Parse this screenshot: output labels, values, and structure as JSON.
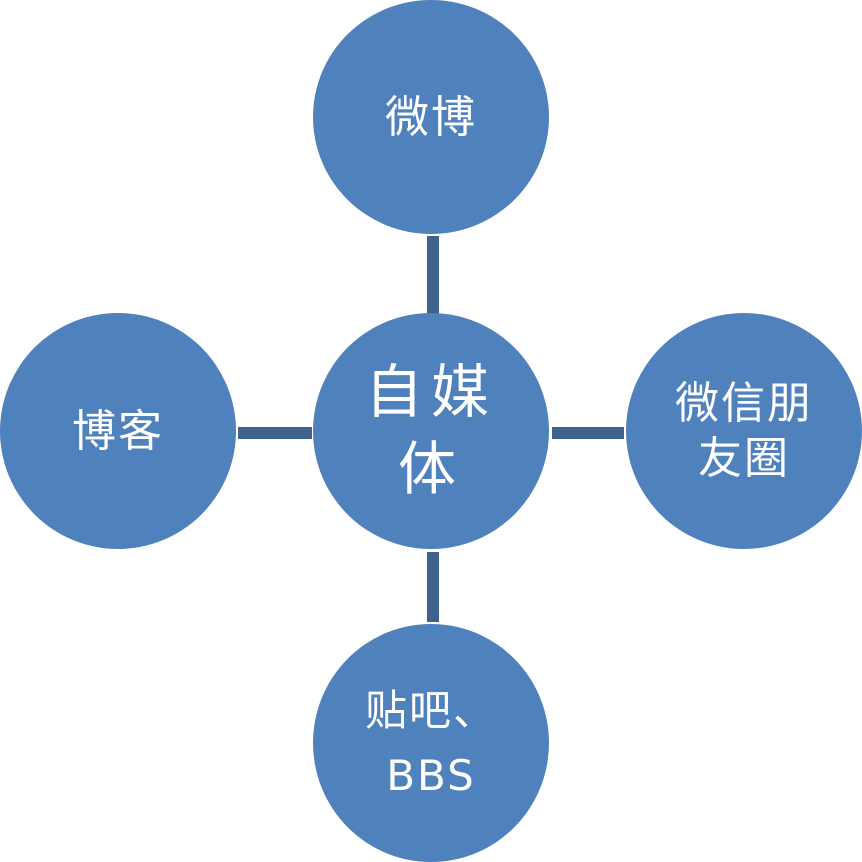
{
  "diagram": {
    "center": {
      "label": "自媒体"
    },
    "top": {
      "label": "微博"
    },
    "left": {
      "label": "博客"
    },
    "right": {
      "label": "微信朋友圈"
    },
    "bottom": {
      "label": "贴吧、BBS"
    }
  },
  "colors": {
    "node_fill": "#4f81bd",
    "connector": "#3e628c",
    "label_text": "#ffffff"
  }
}
